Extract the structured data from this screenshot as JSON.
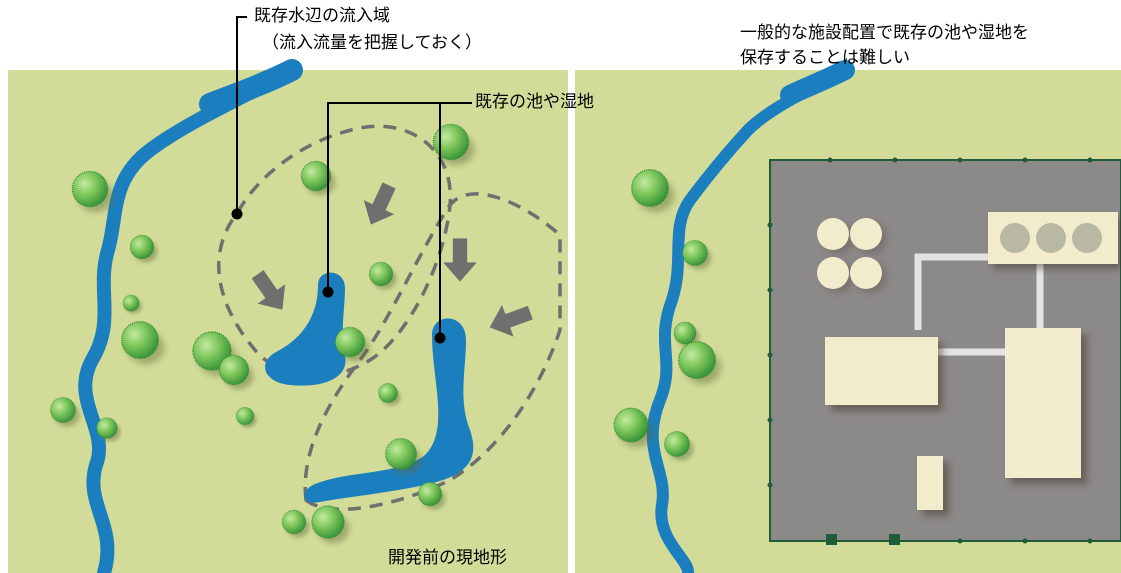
{
  "left_panel": {
    "callout_inflow_line1": "既存水辺の流入域",
    "callout_inflow_line2": "（流入流量を把握しておく）",
    "callout_ponds": "既存の池や湿地",
    "caption": "開発前の現地形"
  },
  "right_panel": {
    "note_line1": "一般的な施設配置で既存の池や湿地を",
    "note_line2": "保存することは難しい"
  },
  "colors": {
    "ground": "#d2dc98",
    "water": "#1b7fbf",
    "tree_light": "#9bd27a",
    "tree_dark": "#2e8c36",
    "site": "#8c8989",
    "building": "#f1edcc",
    "arrow": "#6f6f6f",
    "dash": "#6f6f6f"
  }
}
